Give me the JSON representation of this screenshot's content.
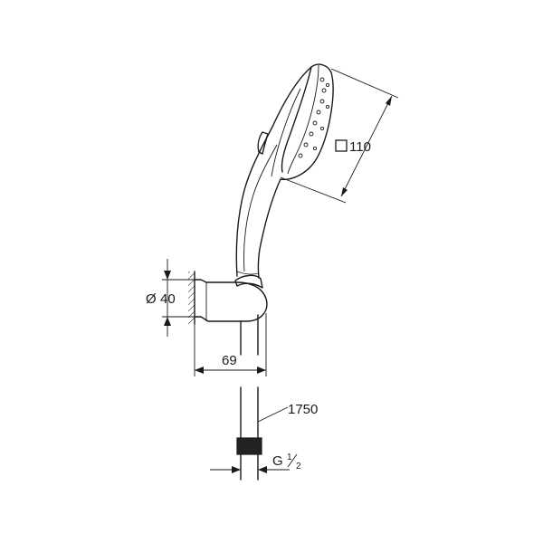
{
  "dimensions": {
    "head_size": {
      "symbol": "□",
      "value": "110"
    },
    "mount_diameter": {
      "symbol": "Ø",
      "value": "40"
    },
    "projection": {
      "value": "69"
    },
    "hose_length": {
      "value": "1750"
    },
    "thread": {
      "prefix": "G",
      "numerator": "1",
      "denominator": "2"
    }
  },
  "colors": {
    "line": "#1a1a1a",
    "background": "#ffffff"
  }
}
